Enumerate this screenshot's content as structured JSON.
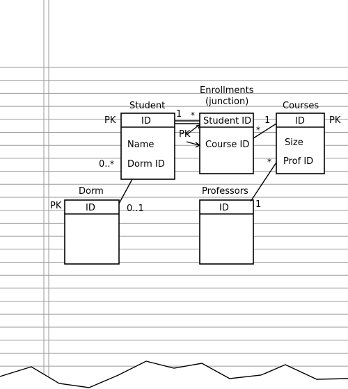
{
  "tables": {
    "student": {
      "title": "Student",
      "pk_label": "PK",
      "header": "ID",
      "fields": [
        "Name",
        "Dorm ID"
      ],
      "mult_left": "0..",
      "star": "*"
    },
    "enrollments": {
      "title_line1": "Enrollments",
      "title_line2": "(junction)",
      "header": "Student ID",
      "field": "Course ID",
      "pk_label": "PK"
    },
    "courses": {
      "title": "Courses",
      "pk_label": "PK",
      "header": "ID",
      "fields": [
        "Size",
        "Prof ID"
      ]
    },
    "dorm": {
      "title": "Dorm",
      "pk_label": "PK",
      "header": "ID",
      "mult": "0..1"
    },
    "professors": {
      "title": "Professors",
      "header": "ID",
      "mult": "1"
    }
  },
  "relations": {
    "student_to_enroll": {
      "one": "1",
      "many": "*"
    },
    "enroll_to_courses": {
      "one": "1",
      "many": "*"
    },
    "courses_prof_star": "*"
  }
}
